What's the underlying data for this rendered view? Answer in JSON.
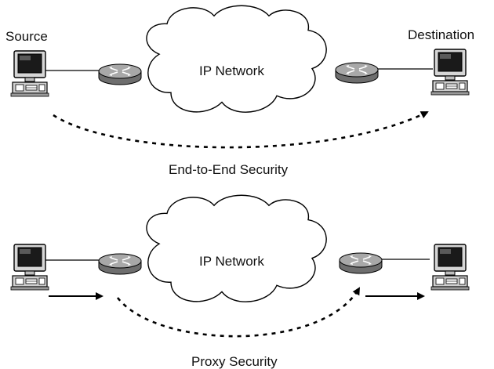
{
  "top": {
    "source_label": "Source",
    "destination_label": "Destination",
    "network_label": "IP Network",
    "caption": "End-to-End Security"
  },
  "bottom": {
    "network_label": "IP Network",
    "caption": "Proxy Security"
  },
  "icons": {
    "host": "computer-workstation-icon",
    "router": "router-icon",
    "network": "cloud-icon"
  },
  "colors": {
    "router_fill": "#9a9a9a",
    "cloud_fill": "#ffffff",
    "line": "#000000"
  }
}
